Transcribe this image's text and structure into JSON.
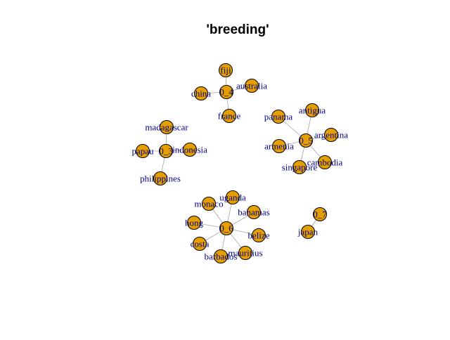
{
  "title": "'breeding'",
  "colors": {
    "node_fill": "#e69f00",
    "node_stroke": "#000000",
    "edge": "#a6a6a6",
    "label": "#00008b"
  },
  "nodes": [
    {
      "id": "hub_04",
      "label": "0_4"
    },
    {
      "id": "fiji",
      "label": "fiji"
    },
    {
      "id": "china",
      "label": "china"
    },
    {
      "id": "australia",
      "label": "australia"
    },
    {
      "id": "france",
      "label": "france"
    },
    {
      "id": "hub_03",
      "label": "0_3"
    },
    {
      "id": "madagascar",
      "label": "madagascar"
    },
    {
      "id": "papau",
      "label": "papau"
    },
    {
      "id": "indonesia",
      "label": "indonesia"
    },
    {
      "id": "philippines",
      "label": "philippines"
    },
    {
      "id": "hub_05",
      "label": "0_5"
    },
    {
      "id": "panama",
      "label": "panama"
    },
    {
      "id": "antigua",
      "label": "antigua"
    },
    {
      "id": "argentina",
      "label": "argentina"
    },
    {
      "id": "armenia",
      "label": "armenia"
    },
    {
      "id": "cambodia",
      "label": "cambodia"
    },
    {
      "id": "singapore",
      "label": "singapore"
    },
    {
      "id": "hub_06",
      "label": "0_6"
    },
    {
      "id": "uganda",
      "label": "uganda"
    },
    {
      "id": "monaco",
      "label": "monaco"
    },
    {
      "id": "bahamas",
      "label": "bahamas"
    },
    {
      "id": "hong",
      "label": "hong"
    },
    {
      "id": "belize",
      "label": "belize"
    },
    {
      "id": "costa",
      "label": "costa"
    },
    {
      "id": "mauritius",
      "label": "mauritius"
    },
    {
      "id": "barbados",
      "label": "barbados"
    },
    {
      "id": "hub_07",
      "label": "0_7"
    },
    {
      "id": "japan",
      "label": "japan"
    }
  ],
  "edges": [
    [
      "hub_04",
      "fiji"
    ],
    [
      "hub_04",
      "china"
    ],
    [
      "hub_04",
      "australia"
    ],
    [
      "hub_04",
      "france"
    ],
    [
      "hub_03",
      "madagascar"
    ],
    [
      "hub_03",
      "papau"
    ],
    [
      "hub_03",
      "indonesia"
    ],
    [
      "hub_03",
      "philippines"
    ],
    [
      "hub_05",
      "panama"
    ],
    [
      "hub_05",
      "antigua"
    ],
    [
      "hub_05",
      "argentina"
    ],
    [
      "hub_05",
      "armenia"
    ],
    [
      "hub_05",
      "cambodia"
    ],
    [
      "hub_05",
      "singapore"
    ],
    [
      "hub_06",
      "uganda"
    ],
    [
      "hub_06",
      "monaco"
    ],
    [
      "hub_06",
      "bahamas"
    ],
    [
      "hub_06",
      "hong"
    ],
    [
      "hub_06",
      "belize"
    ],
    [
      "hub_06",
      "costa"
    ],
    [
      "hub_06",
      "mauritius"
    ],
    [
      "hub_06",
      "barbados"
    ],
    [
      "hub_07",
      "japan"
    ]
  ]
}
